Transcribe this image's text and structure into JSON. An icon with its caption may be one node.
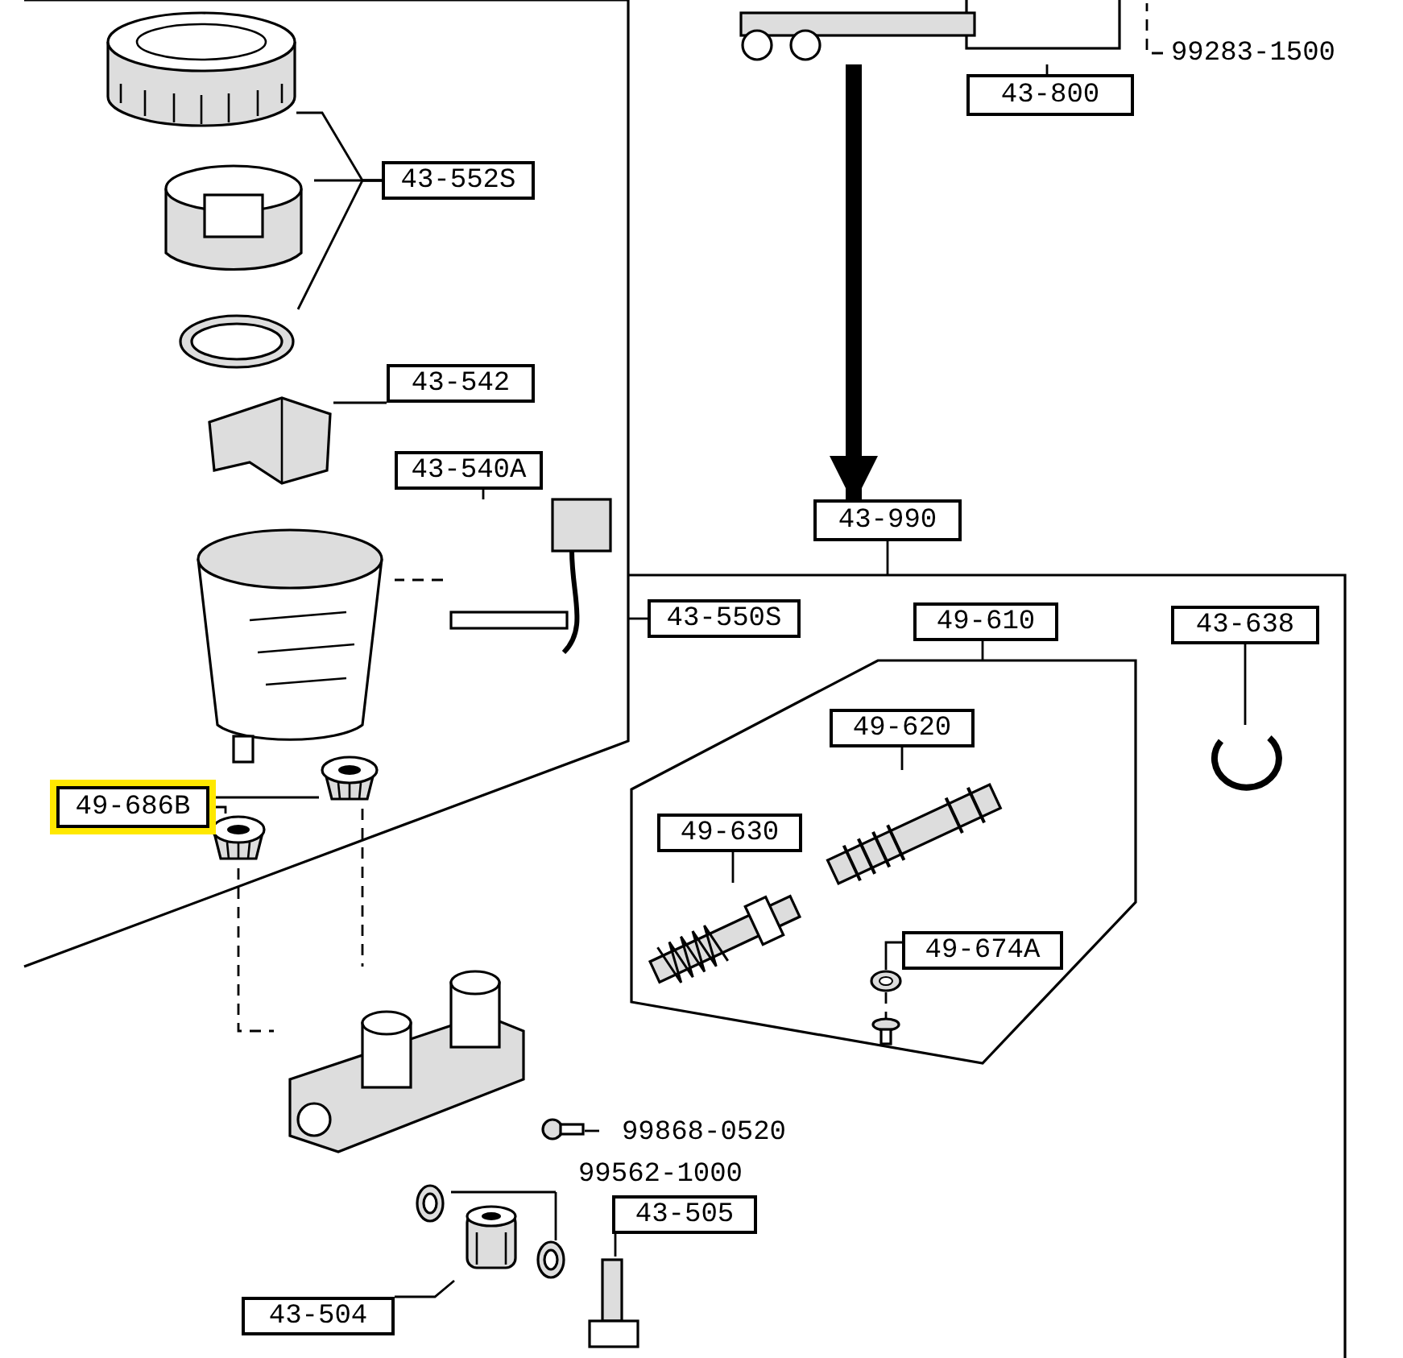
{
  "diagram": {
    "nodes": [
      {
        "text": [
          "99283-1500"
        ]
      },
      {
        "text": [
          "43-800"
        ]
      },
      {
        "text": [],
        "shape": "picture"
      },
      {
        "text": [],
        "shape": "box"
      },
      {
        "text": [
          "43-552S"
        ],
        "in": 3
      },
      {
        "text": [],
        "shape": "picture",
        "in": 3
      },
      {
        "text": [],
        "shape": "picture",
        "in": 3
      },
      {
        "text": [],
        "shape": "picture",
        "in": 3
      },
      {
        "text": [
          "43-542"
        ],
        "in": 3
      },
      {
        "text": [],
        "shape": "picture",
        "in": 3
      },
      {
        "text": [
          "43-540A"
        ],
        "in": 3
      },
      {
        "text": [],
        "shape": "picture",
        "in": 3
      },
      {
        "text": [],
        "shape": "picture",
        "in": 3
      },
      {
        "text": [
          "49-686B"
        ],
        "in": 3
      },
      {
        "text": [],
        "shape": "picture",
        "in": 3
      },
      {
        "text": [],
        "shape": "picture",
        "in": 3
      },
      {
        "text": [
          "43-990"
        ]
      },
      {
        "text": [],
        "shape": "box"
      },
      {
        "text": [
          "43-550S"
        ],
        "in": 17
      },
      {
        "text": [
          "49-610"
        ],
        "in": 17
      },
      {
        "text": [],
        "shape": "box",
        "in": 17
      },
      {
        "text": [
          "49-620"
        ],
        "in": 20
      },
      {
        "text": [],
        "shape": "picture",
        "in": 20
      },
      {
        "text": [
          "49-630"
        ],
        "in": 20
      },
      {
        "text": [],
        "shape": "picture",
        "in": 20
      },
      {
        "text": [
          "49-674A"
        ],
        "in": 20
      },
      {
        "text": [],
        "shape": "picture",
        "in": 20
      },
      {
        "text": [],
        "shape": "picture",
        "in": 20
      },
      {
        "text": [
          "43-638"
        ],
        "in": 17
      },
      {
        "text": [],
        "shape": "picture",
        "in": 17
      },
      {
        "text": [],
        "shape": "picture"
      },
      {
        "text": [
          "99868-0520"
        ]
      },
      {
        "text": [],
        "shape": "picture"
      },
      {
        "text": [
          "99562-1000"
        ]
      },
      {
        "text": [],
        "shape": "picture"
      },
      {
        "text": [],
        "shape": "picture"
      },
      {
        "text": [
          "43-505"
        ]
      },
      {
        "text": [],
        "shape": "picture"
      },
      {
        "text": [
          "43-504"
        ]
      },
      {
        "text": [],
        "shape": "picture"
      }
    ],
    "edges": [
      {
        "from": 0,
        "to": null,
        "arrow": "none",
        "style": "dashed"
      },
      {
        "from": 1,
        "to": 2,
        "arrow": "none"
      },
      {
        "from": 2,
        "to": 16,
        "arrow": "to",
        "style": "thick"
      },
      {
        "from": 4,
        "to": 5,
        "arrow": "none"
      },
      {
        "from": 4,
        "to": 6,
        "arrow": "none"
      },
      {
        "from": 4,
        "to": 7,
        "arrow": "none"
      },
      {
        "from": 8,
        "to": 9,
        "arrow": "none"
      },
      {
        "from": 10,
        "to": 11,
        "arrow": "none"
      },
      {
        "from": 11,
        "to": 12,
        "arrow": "none",
        "style": "dashed"
      },
      {
        "from": 13,
        "to": 14,
        "arrow": "none"
      },
      {
        "from": 13,
        "to": 15,
        "arrow": "none"
      },
      {
        "from": 14,
        "to": 30,
        "arrow": "none",
        "style": "dashed"
      },
      {
        "from": 15,
        "to": 30,
        "arrow": "none",
        "style": "dashed"
      },
      {
        "from": 16,
        "to": 17,
        "arrow": "none"
      },
      {
        "from": 18,
        "to": 3,
        "arrow": "none"
      },
      {
        "from": 19,
        "to": 20,
        "arrow": "none"
      },
      {
        "from": 21,
        "to": 22,
        "arrow": "none"
      },
      {
        "from": 23,
        "to": 24,
        "arrow": "none"
      },
      {
        "from": 25,
        "to": 26,
        "arrow": "none"
      },
      {
        "from": 26,
        "to": 27,
        "arrow": "none",
        "style": "dashed"
      },
      {
        "from": 28,
        "to": 29,
        "arrow": "none"
      },
      {
        "from": 31,
        "to": 32,
        "arrow": "none"
      },
      {
        "from": 33,
        "to": 34,
        "arrow": "none"
      },
      {
        "from": 33,
        "to": 35,
        "arrow": "none"
      },
      {
        "from": 36,
        "to": 37,
        "arrow": "none"
      },
      {
        "from": 38,
        "to": 39,
        "arrow": "none"
      }
    ]
  }
}
